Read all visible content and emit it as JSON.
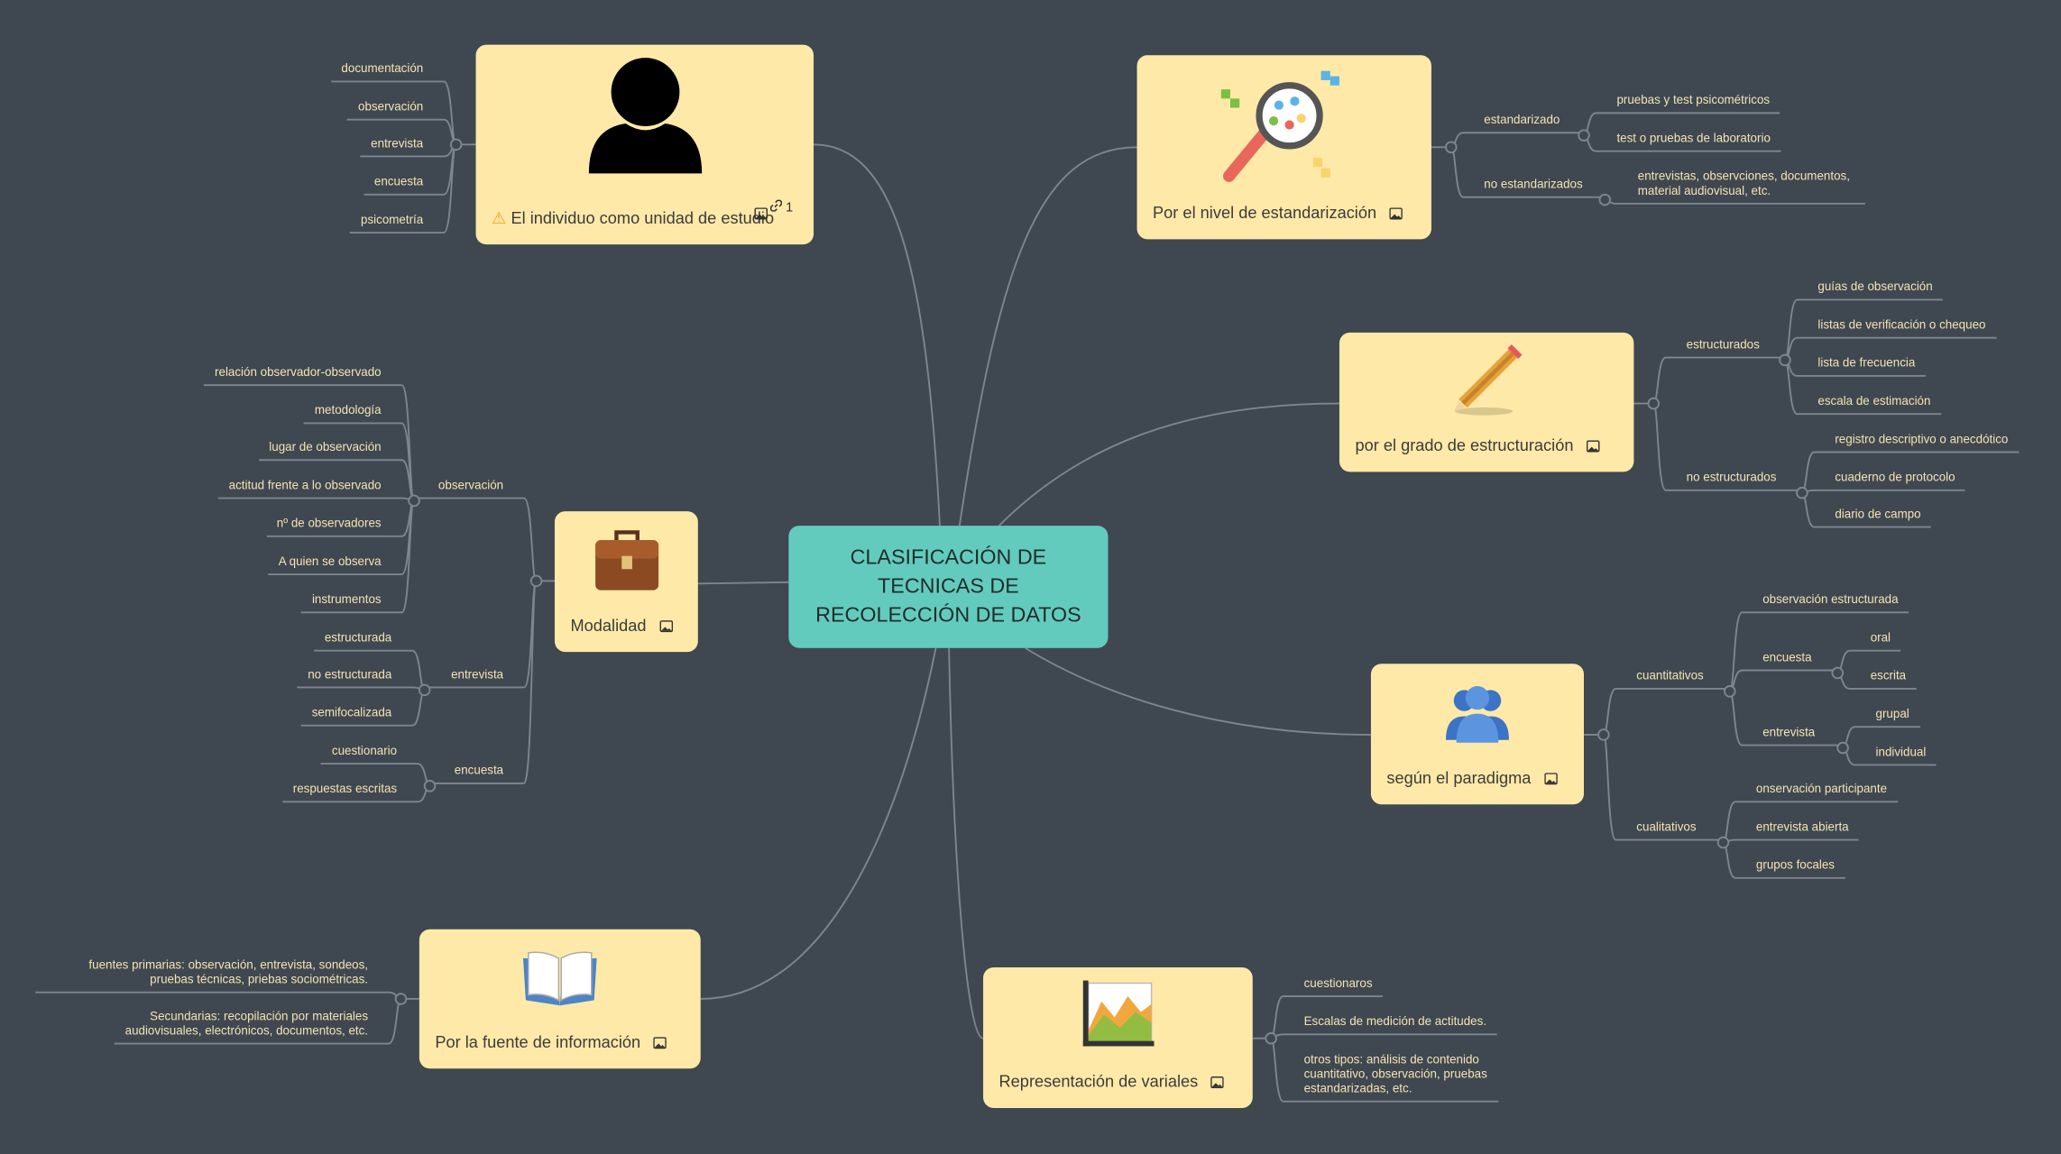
{
  "center": {
    "lines": [
      "CLASIFICACIÓN DE",
      "TECNICAS DE",
      "RECOLECCIÓN DE DATOS"
    ]
  },
  "individuo": {
    "title": "El individuo como unidad de estudio",
    "link_count": "1",
    "leaves": [
      "documentación",
      "observación",
      "entrevista",
      "encuesta",
      "psicometría"
    ]
  },
  "estandarizacion": {
    "title": "Por el nivel de estandarización",
    "groups": [
      {
        "label": "estandarizado",
        "leaves": [
          "pruebas y test psicométricos",
          "test o pruebas de laboratorio"
        ]
      },
      {
        "label": "no estandarizados",
        "leaves": [
          "entrevistas, observciones, documentos, material audiovisual, etc."
        ]
      }
    ]
  },
  "estructuracion": {
    "title": "por el grado de estructuración",
    "groups": [
      {
        "label": "estructurados",
        "leaves": [
          "guías de observación",
          "listas de verificación o chequeo",
          "lista de frecuencia",
          "escala de estimación"
        ]
      },
      {
        "label": "no estructurados",
        "leaves": [
          "registro descriptivo o anecdótico",
          "cuaderno de protocolo",
          "diario de campo"
        ]
      }
    ]
  },
  "paradigma": {
    "title": "según el paradigma",
    "groups": [
      {
        "label": "cuantitativos",
        "children": [
          {
            "label": "observación estructurada"
          },
          {
            "label": "encuesta",
            "leaves": [
              "oral",
              "escrita"
            ]
          },
          {
            "label": "entrevista",
            "leaves": [
              "grupal",
              "individual"
            ]
          }
        ]
      },
      {
        "label": "cualitativos",
        "leaves": [
          "onservación participante",
          "entrevista abierta",
          "grupos focales"
        ]
      }
    ]
  },
  "representacion": {
    "title": "Representación de variales",
    "leaves": [
      "cuestionaros",
      "Escalas de medición de actitudes.",
      "otros tipos: análisis de contenido cuantitativo, observación, pruebas estandarizadas, etc."
    ]
  },
  "fuente": {
    "title": "Por la fuente de información",
    "leaves": [
      "fuentes primarias: observación, entrevista, sondeos, pruebas técnicas, priebas sociométricas.",
      "Secundarias: recopilación por materiales audiovisuales, electrónicos, documentos, etc."
    ]
  },
  "modalidad": {
    "title": "Modalidad",
    "groups": [
      {
        "label": "observación",
        "leaves": [
          "relación observador-observado",
          "metodología",
          "lugar de observación",
          "actitud frente a lo observado",
          "nº de observadores",
          "A quien se observa",
          "instrumentos"
        ]
      },
      {
        "label": "entrevista",
        "leaves": [
          "estructurada",
          "no estructurada",
          "semifocalizada"
        ]
      },
      {
        "label": "encuesta",
        "leaves": [
          "cuestionario",
          "respuestas escritas"
        ]
      }
    ]
  },
  "colors": {
    "background": "#3f4750",
    "center": "#63cbbd",
    "node": "#ffe9a8",
    "line": "#7d868f",
    "leaf_text": "#f3e4b4"
  }
}
